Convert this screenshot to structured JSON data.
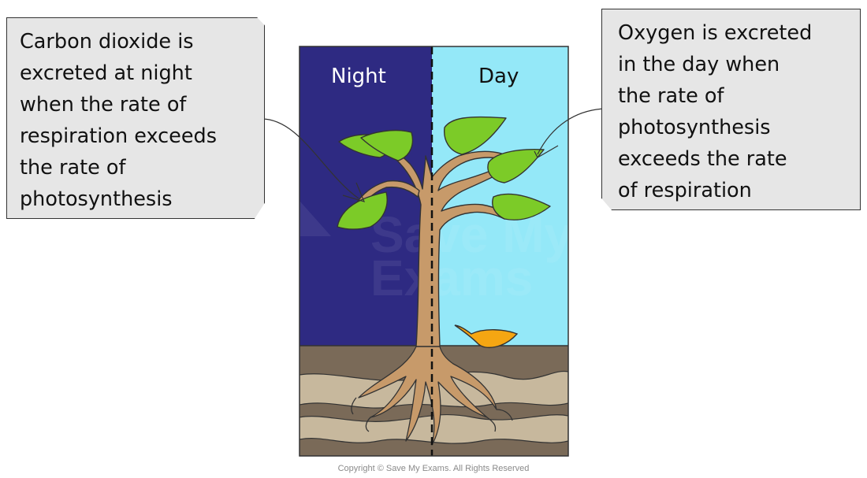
{
  "panels": {
    "night_label": "Night",
    "day_label": "Day"
  },
  "callouts": {
    "left_lines": [
      "Carbon dioxide is",
      "excreted at night",
      "when the rate of",
      "respiration exceeds",
      "the rate of",
      "photosynthesis"
    ],
    "right_lines": [
      "Oxygen is excreted",
      "in the day when",
      "the rate of",
      "photosynthesis",
      "exceeds the rate",
      "of respiration"
    ]
  },
  "watermark": "Save My Exams",
  "copyright": "Copyright © Save My Exams. All Rights Reserved",
  "colors": {
    "night_sky": "#2e2a82",
    "day_sky": "#94e8f8",
    "soil_dark": "#7a6a58",
    "soil_light": "#c7b89d",
    "trunk": "#c79a6a",
    "leaf_green": "#7ccb28",
    "fallen_leaf": "#f5a612",
    "callout_bg": "#e6e6e6"
  }
}
